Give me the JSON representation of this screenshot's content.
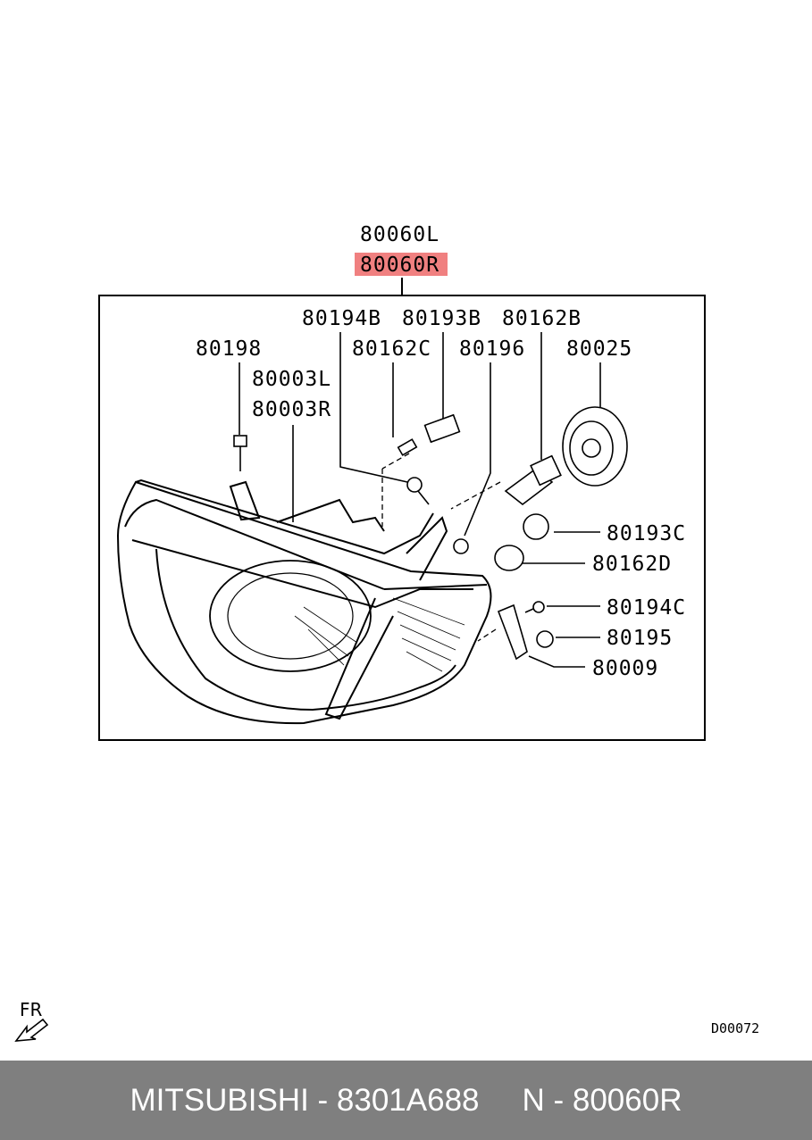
{
  "diagram": {
    "assembly_labels": {
      "left": "80060L",
      "right": "80060R",
      "highlight_color": "#f08080"
    },
    "parts": {
      "p80198": "80198",
      "p80003L": "80003L",
      "p80003R": "80003R",
      "p80194B": "80194B",
      "p80193B": "80193B",
      "p80162B": "80162B",
      "p80162C": "80162C",
      "p80196": "80196",
      "p80025": "80025",
      "p80193C": "80193C",
      "p80162D": "80162D",
      "p80194C": "80194C",
      "p80195": "80195",
      "p80009": "80009"
    },
    "direction_label": "FR",
    "drawing_code": "D00072"
  },
  "footer": {
    "brand_part": "MITSUBISHI - 8301A688",
    "ref_part": "N - 80060R"
  }
}
